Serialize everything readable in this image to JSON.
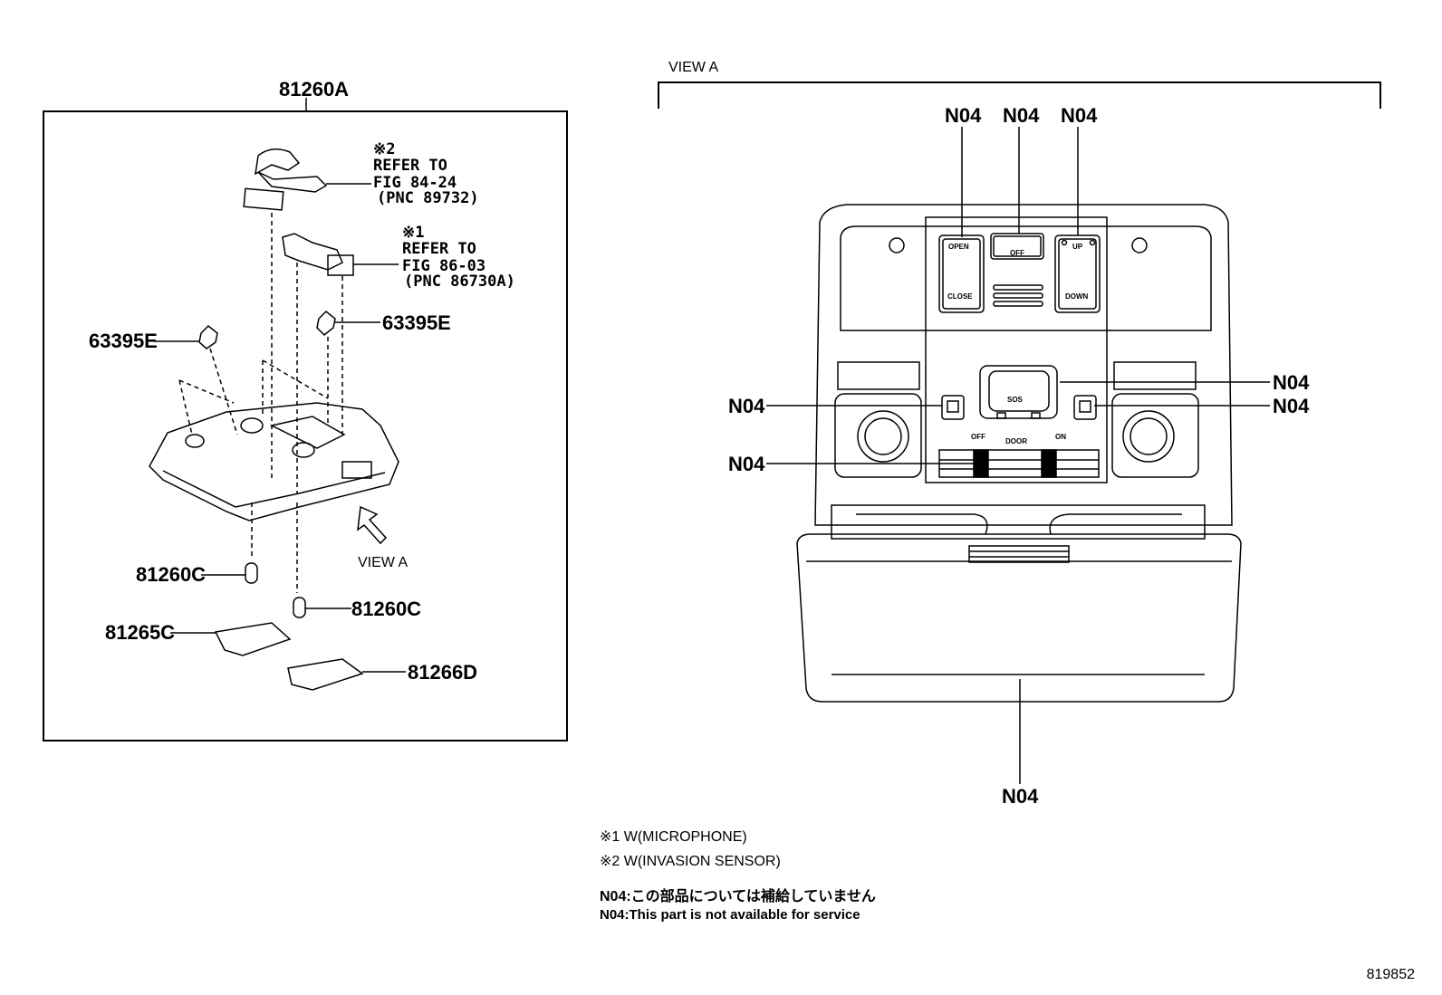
{
  "left_panel": {
    "assembly_label": "81260A",
    "ref1": {
      "mark": "※1",
      "line1": "REFER TO",
      "line2": "FIG 86-03",
      "line3": "(PNC 86730A)"
    },
    "ref2": {
      "mark": "※2",
      "line1": "REFER TO",
      "line2": "FIG 84-24",
      "line3": "(PNC 89732)"
    },
    "clip_left": "63395E",
    "clip_right": "63395E",
    "bulb_left": "81260C",
    "bulb_right": "81260C",
    "lens_left": "81265C",
    "lens_right": "81266D",
    "view_arrow_label": "VIEW A"
  },
  "right_panel": {
    "caption": "VIEW A",
    "callouts": {
      "top1": "N04",
      "top2": "N04",
      "top3": "N04",
      "right1": "N04",
      "right2": "N04",
      "left1": "N04",
      "left2": "N04",
      "bottom": "N04"
    },
    "switch_texts": {
      "open": "OPEN",
      "close": "CLOSE",
      "off_small": "OFF",
      "up": "UP",
      "down": "DOWN",
      "sos": "SOS",
      "off": "OFF",
      "door": "DOOR",
      "on": "ON"
    }
  },
  "notes": {
    "note1": "※1 W(MICROPHONE)",
    "note2": "※2 W(INVASION SENSOR)",
    "note3": "N04:この部品については補給していません",
    "note4": "N04:This part is not available for service"
  },
  "figure_id": "819852"
}
